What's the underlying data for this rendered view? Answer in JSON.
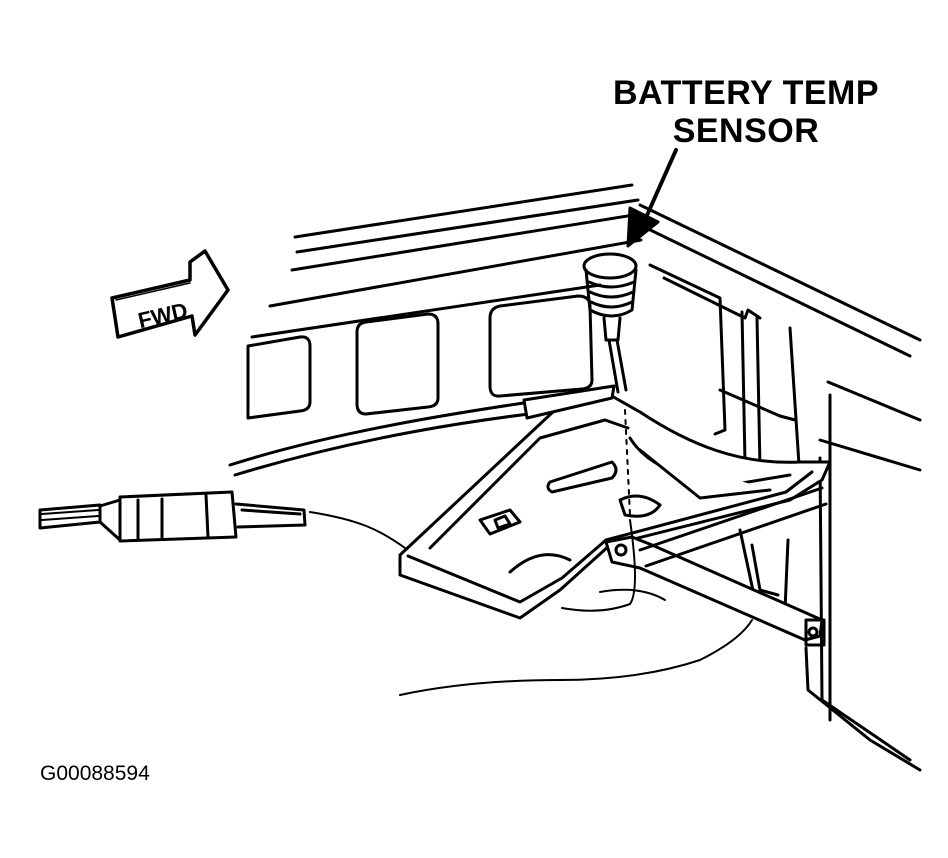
{
  "figure": {
    "fwd_label": "FWD",
    "callouts": [
      {
        "line1": "BATTERY TEMP",
        "line2": "SENSOR"
      }
    ],
    "figure_id": "G00088594"
  }
}
